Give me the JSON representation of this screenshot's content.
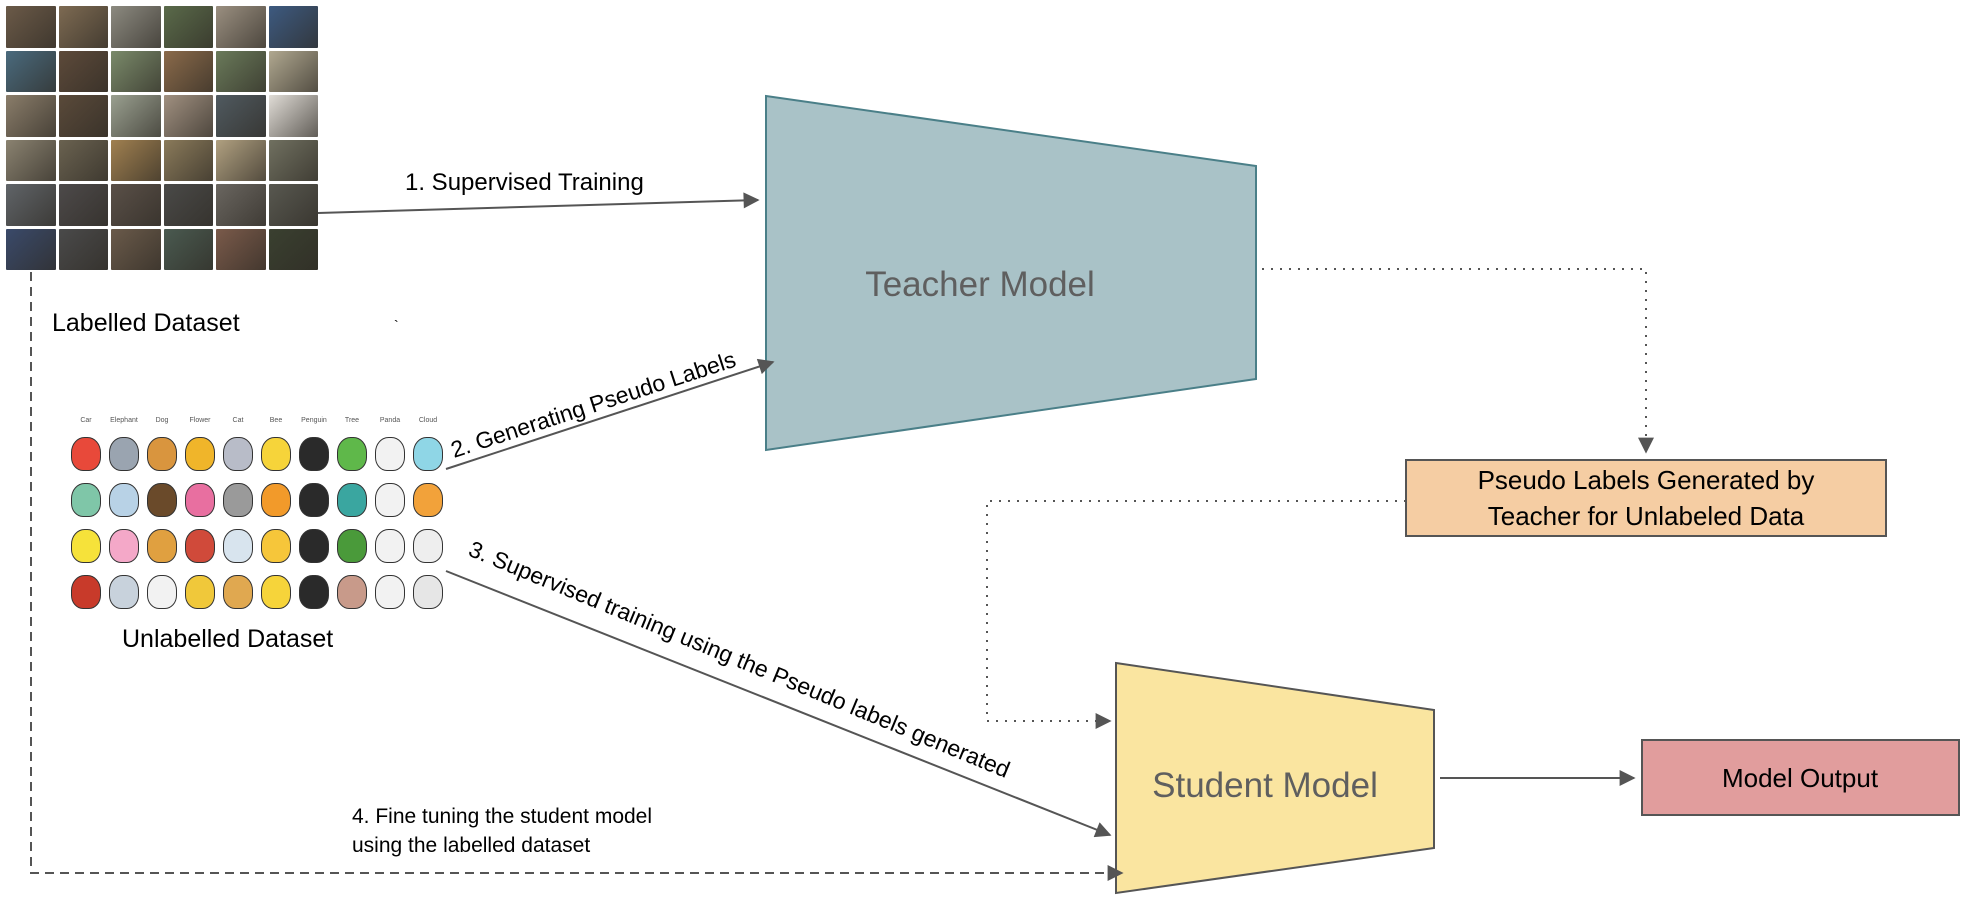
{
  "datasets": {
    "labelled": {
      "caption": "Labelled Dataset",
      "tile_colors": [
        "#6b5a48",
        "#7d6a52",
        "#8c8a80",
        "#5a6a4a",
        "#9a8f80",
        "#3d5a80",
        "#4a6a7d",
        "#5d4a3a",
        "#7a8a6a",
        "#8a6a4a",
        "#6a7a5a",
        "#b0a890",
        "#8a7d6a",
        "#5a4a3a",
        "#9aa090",
        "#a09080",
        "#505a60",
        "#e0dcd6",
        "#8a8270",
        "#6a6250",
        "#a08050",
        "#8a7a5a",
        "#b0a080",
        "#707060",
        "#606468",
        "#4d4a4a",
        "#5a5048",
        "#4a4a48",
        "#6a6660",
        "#585850",
        "#3a4a6a",
        "#4a4a4a",
        "#6a5a4a",
        "#4a5a50",
        "#7a5a4a",
        "#3a4030"
      ]
    },
    "unlabelled": {
      "caption": "Unlabelled Dataset",
      "headers": [
        "Car",
        "Elephant",
        "Dog",
        "Flower",
        "Cat",
        "Bee",
        "Penguin",
        "Tree",
        "Panda",
        "Cloud"
      ],
      "colors": [
        "#e8493a",
        "#9aa4b0",
        "#d9953e",
        "#f0b52a",
        "#b8bcc8",
        "#f6d43a",
        "#2a2a2a",
        "#5fb84a",
        "#f2f2f2",
        "#8fd6e6"
      ],
      "row_variants": [
        [
          "#e8493a",
          "#9aa4b0",
          "#d9953e",
          "#f0b52a",
          "#b8bcc8",
          "#f6d43a",
          "#2a2a2a",
          "#5fb84a",
          "#f2f2f2",
          "#8fd6e6"
        ],
        [
          "#7fc6a8",
          "#b8d2e6",
          "#6a4a2a",
          "#e86fa0",
          "#9a9a9a",
          "#f29a2a",
          "#2a2a2a",
          "#3aa6a0",
          "#f2f2f2",
          "#f2a23a"
        ],
        [
          "#f6e23a",
          "#f4a8c8",
          "#e0a040",
          "#d04a3a",
          "#d8e4ee",
          "#f6c63a",
          "#2a2a2a",
          "#4a9a3a",
          "#f2f2f2",
          "#eeeeee"
        ],
        [
          "#c83a2a",
          "#c8d2dc",
          "#f2f2f2",
          "#f0c83a",
          "#e0a850",
          "#f6d43a",
          "#2a2a2a",
          "#c89a8a",
          "#f2f2f2",
          "#e6e6e6"
        ]
      ]
    }
  },
  "models": {
    "teacher": {
      "label": "Teacher Model",
      "fill": "#a9c2c7",
      "stroke": "#4a7f88"
    },
    "student": {
      "label": "Student Model",
      "fill": "#fae5a0",
      "stroke": "#555555"
    }
  },
  "boxes": {
    "pseudo": {
      "line1": "Pseudo Labels Generated by",
      "line2": "Teacher for Unlabeled Data",
      "fill": "#f5cda3",
      "stroke": "#555555"
    },
    "output": {
      "label": "Model Output",
      "fill": "#e19d9d",
      "stroke": "#555555"
    }
  },
  "steps": {
    "step1": "1. Supervised Training",
    "step2": "2. Generating Pseudo Labels",
    "step3": "3. Supervised training using the Pseudo labels generated",
    "step4_line1": "4. Fine tuning the student model",
    "step4_line2": "using the labelled dataset"
  },
  "stray_mark": "`"
}
